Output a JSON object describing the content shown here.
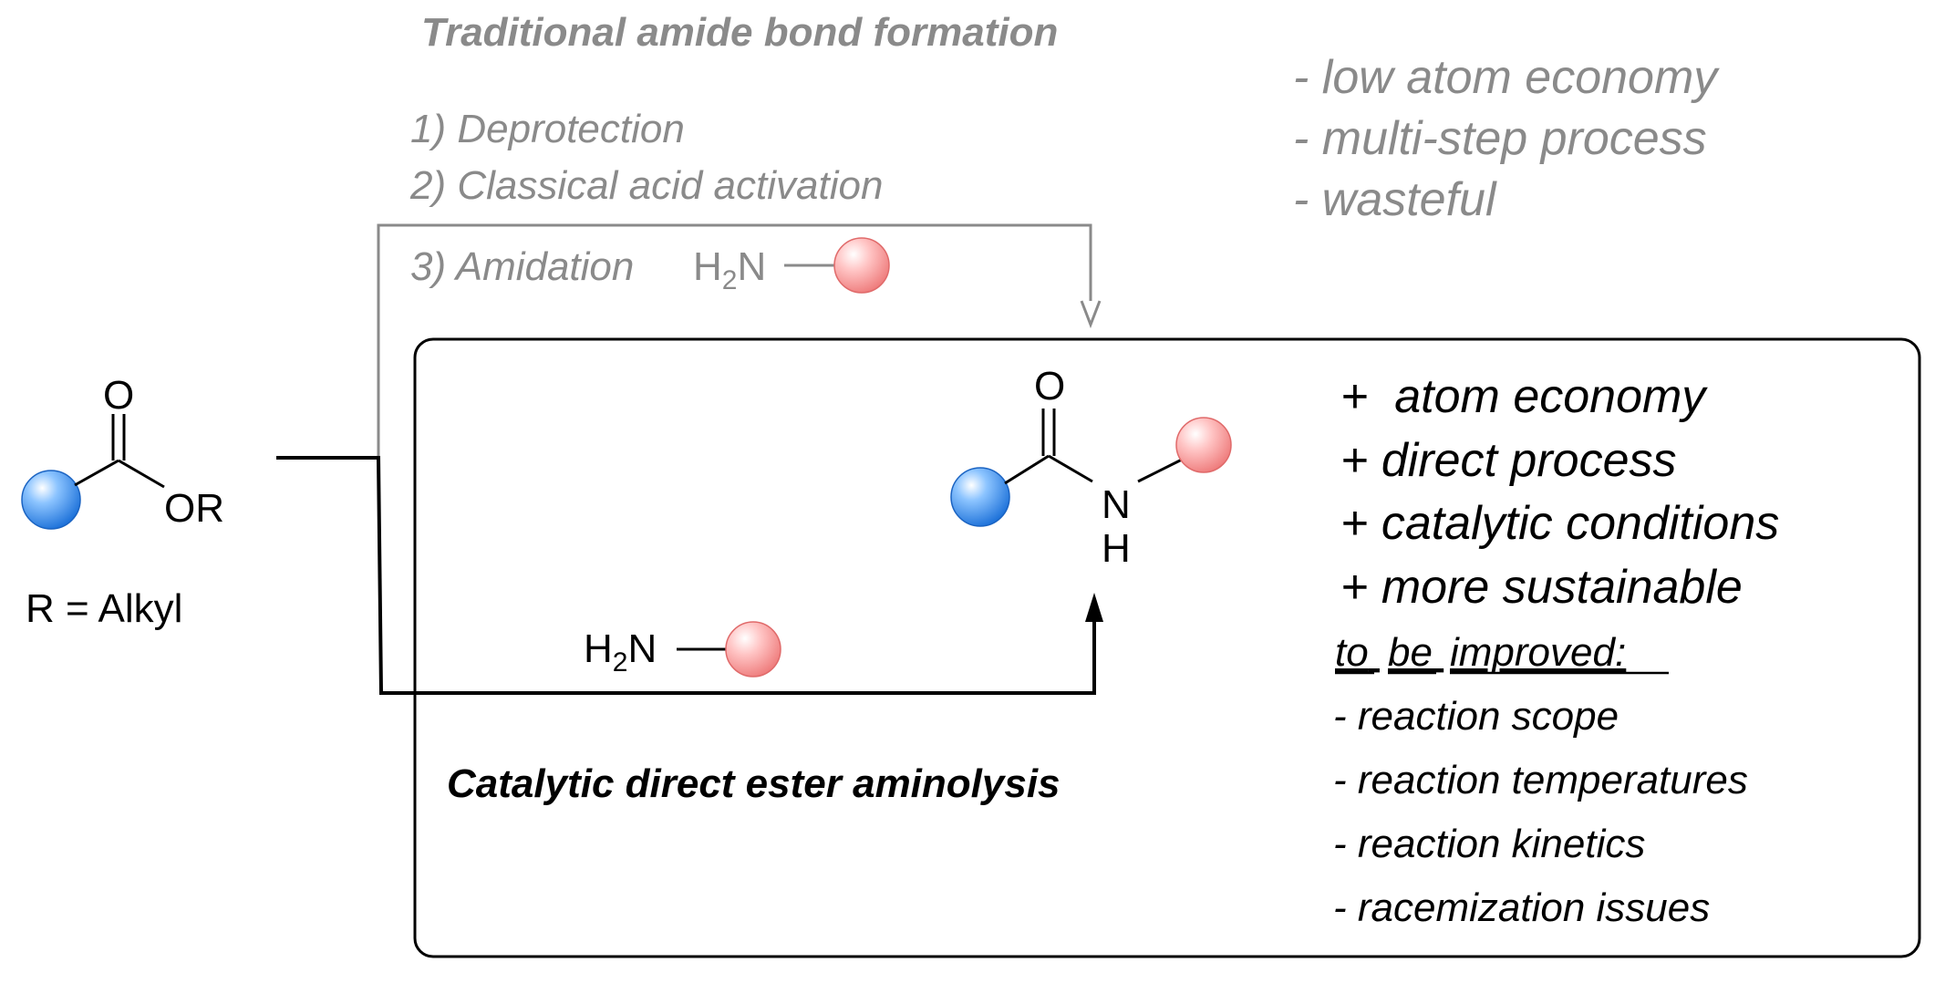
{
  "traditional": {
    "title": "Traditional amide bond formation",
    "step1": "1) Deprotection",
    "step2": "2) Classical acid activation",
    "step3": "3) Amidation",
    "drawbacks": [
      "- low atom economy",
      "- multi-step process",
      "- wasteful"
    ]
  },
  "ester": {
    "carbonyl_o": "O",
    "alkoxy": "OR",
    "r_definition": "R = Alkyl"
  },
  "amine": {
    "h": "H",
    "sub2": "2",
    "n": "N"
  },
  "amide": {
    "o": "O",
    "n": "N",
    "h": "H"
  },
  "catalytic": {
    "title": "Catalytic direct ester aminolysis",
    "advantages": [
      "+  atom economy",
      "+ direct process",
      "+ catalytic conditions",
      "+ more sustainable"
    ],
    "improve_words": [
      "to",
      "be",
      "improved:"
    ],
    "limitations": [
      "- reaction scope",
      "- reaction temperatures",
      "- reaction kinetics",
      "- racemization issues"
    ]
  },
  "colors": {
    "blue_sphere": "#1f7fe8",
    "red_sphere": "#f08a8a",
    "gray_text": "#8a8a8a",
    "black": "#000000"
  }
}
